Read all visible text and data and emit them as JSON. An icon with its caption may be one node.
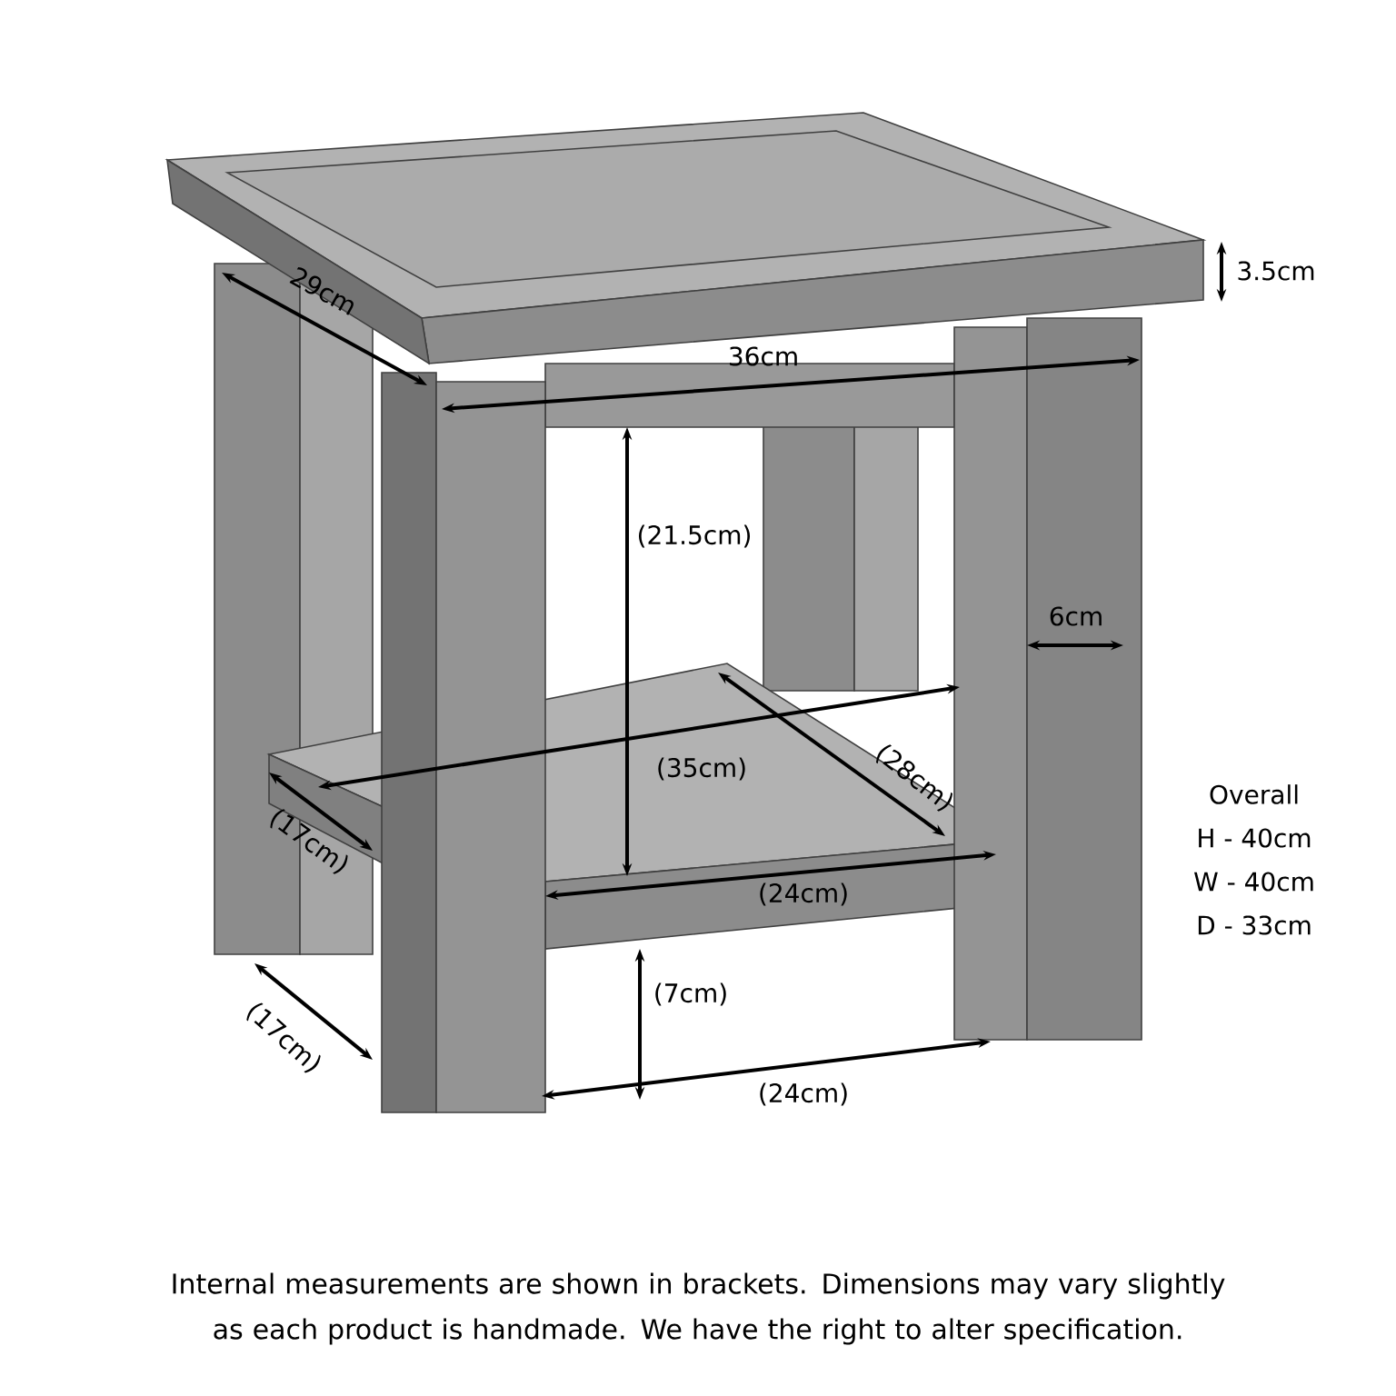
{
  "diagram": {
    "caption": "Internal measurements are shown in brackets. Dimensions may vary slightly as each product is handmade. We have the right to alter specification.",
    "labels": [
      "29cm",
      "3.5cm",
      "36cm",
      "(21.5cm)",
      "6cm",
      "(35cm)",
      "(28cm)",
      "(17cm)",
      "(24cm)",
      "Overall",
      "H - 40cm",
      "W - 40cm",
      "D - 33cm",
      "(17cm)",
      "(7cm)",
      "(24cm)"
    ]
  }
}
